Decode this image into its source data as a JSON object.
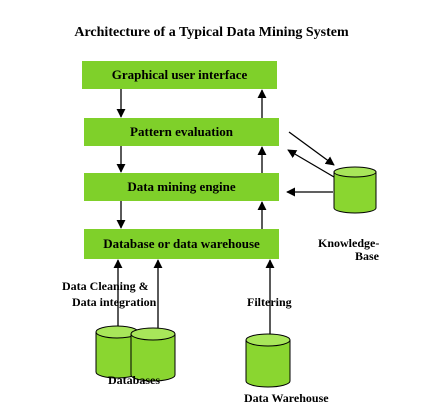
{
  "title": "Architecture of a Typical Data Mining System",
  "layers": {
    "gui": "Graphical user interface",
    "pattern": "Pattern evaluation",
    "engine": "Data mining engine",
    "database": "Database or data warehouse"
  },
  "knowledge_base": {
    "line1": "Knowledge-",
    "line2": "Base"
  },
  "process_labels": {
    "cleaning": "Data Cleaning &",
    "integration": "Data integration",
    "filtering": "Filtering"
  },
  "sources": {
    "databases": "Databases",
    "warehouse": "Data Warehouse"
  },
  "colors": {
    "box_fill": "#7fd02a",
    "cylinder_fill": "#8ad630",
    "cylinder_top": "#a8e65a",
    "line": "#000000"
  }
}
